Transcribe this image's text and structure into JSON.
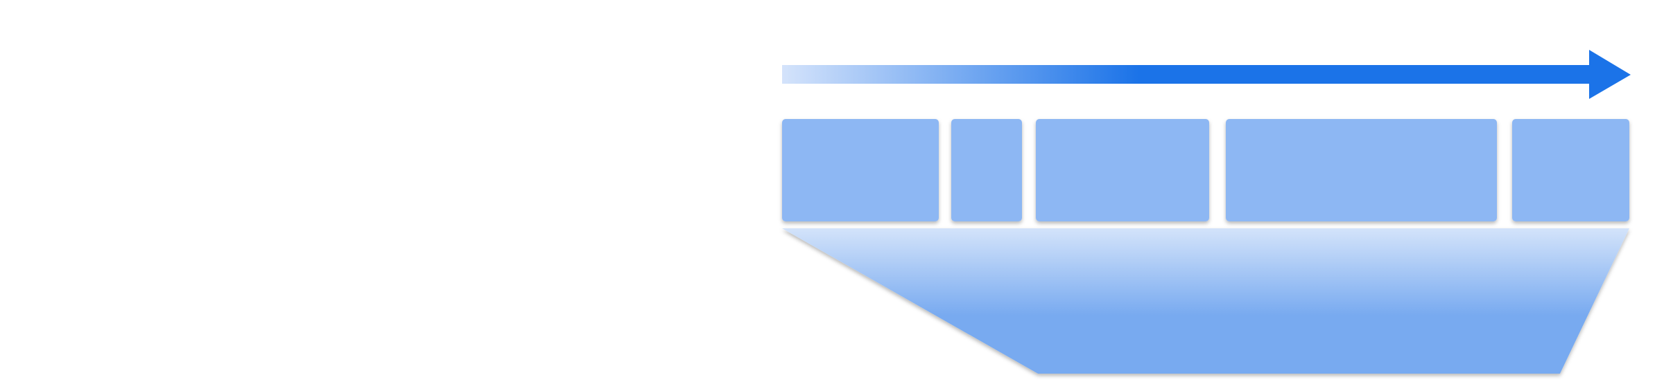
{
  "diagram": {
    "arrow": {
      "direction": "right",
      "gradient_start": "#d4e3fb",
      "gradient_end": "#1b73e8"
    },
    "boxes": [
      {
        "id": "box-1",
        "label": ""
      },
      {
        "id": "box-2",
        "label": ""
      },
      {
        "id": "box-3",
        "label": ""
      },
      {
        "id": "box-4",
        "label": ""
      },
      {
        "id": "box-5",
        "label": ""
      }
    ],
    "box_color": "#8db7f3",
    "funnel": {
      "top_color": "#d3e3fa",
      "bottom_color": "#78aaf0"
    }
  }
}
